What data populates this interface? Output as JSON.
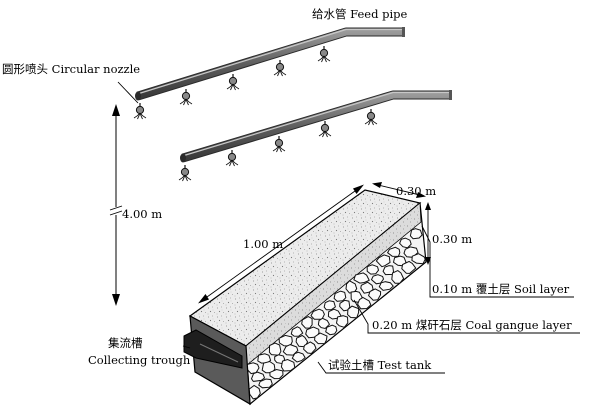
{
  "labels": {
    "feed_pipe": "给水管 Feed pipe",
    "circular_nozzle": "圆形喷头 Circular nozzle",
    "height": "4.00 m",
    "length": "1.00 m",
    "width_top": "0.30 m",
    "height_side": "0.30 m",
    "soil_layer": "0.10 m 覆土层 Soil layer",
    "gangue_layer": "0.20 m 煤矸石层 Coal gangue layer",
    "test_tank": "试验土槽 Test tank",
    "trough_cn": "集流槽",
    "trough_en": "Collecting trough"
  }
}
